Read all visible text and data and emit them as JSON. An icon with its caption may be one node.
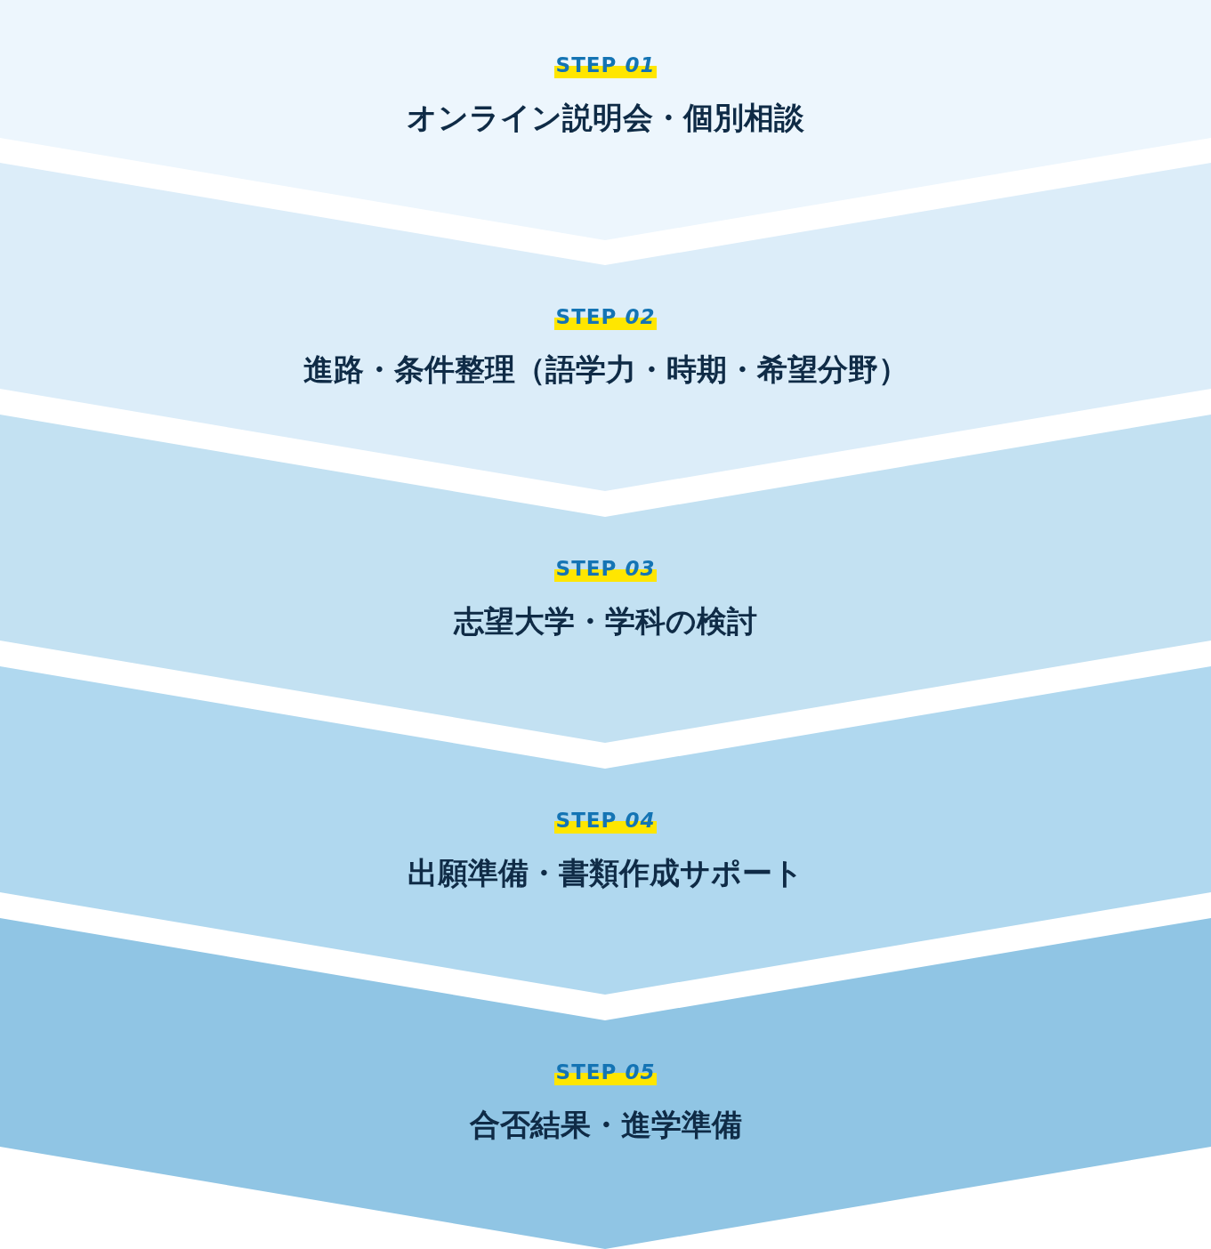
{
  "diagram": {
    "nodes": [
      {
        "text": [
          "STEP *01*",
          "オンライン説明会・個別相談"
        ]
      },
      {
        "text": [
          "STEP *02*",
          "進路・条件整理（語学力・時期・希望分野）"
        ]
      },
      {
        "text": [
          "STEP *03*",
          "志望大学・学科の検討"
        ]
      },
      {
        "text": [
          "STEP *04*",
          "出願準備・書類作成サポート"
        ]
      },
      {
        "text": [
          "STEP *05*",
          "合否結果・進学準備"
        ]
      }
    ]
  }
}
